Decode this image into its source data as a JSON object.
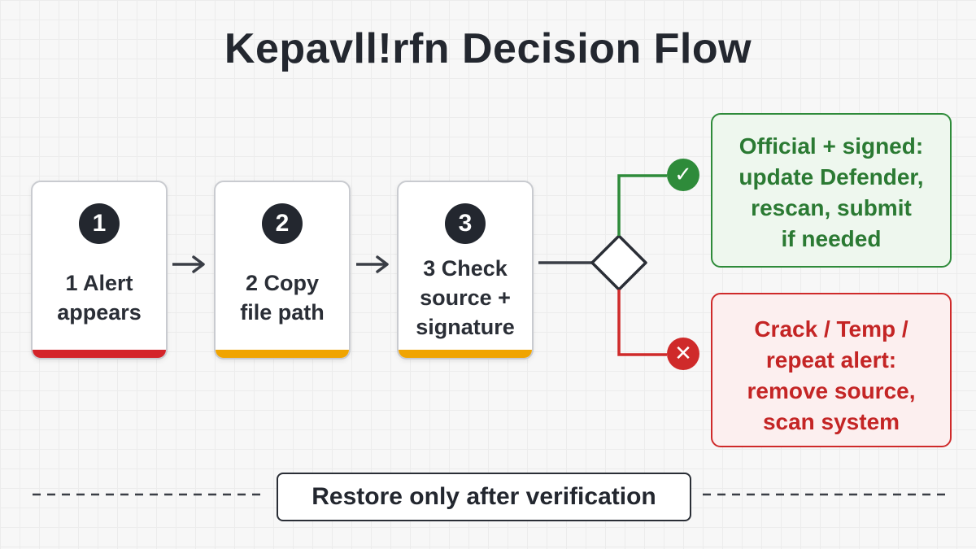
{
  "title": "Kepavll!rfn Decision Flow",
  "steps": [
    {
      "number": "1",
      "label_lines": [
        "1 Alert",
        "appears"
      ],
      "accent": "#d4242a"
    },
    {
      "number": "2",
      "label_lines": [
        "2 Copy",
        "file path"
      ],
      "accent": "#f0a400"
    },
    {
      "number": "3",
      "label_lines": [
        "3 Check",
        "source +",
        "signature"
      ],
      "accent": "#f0a400"
    }
  ],
  "outcomes": {
    "ok": {
      "icon": "check-icon",
      "color": "#2e8b3a",
      "lines": [
        "Official + signed:",
        "update Defender,",
        "rescan, submit",
        "if needed"
      ]
    },
    "bad": {
      "icon": "cross-icon",
      "color": "#cf2a2a",
      "lines": [
        "Crack / Temp /",
        "repeat alert:",
        "remove source,",
        "scan system"
      ]
    }
  },
  "note": "Restore only after verification",
  "icons": {
    "arrow": "arrow-right-icon",
    "decision": "decision-diamond",
    "check_glyph": "✓",
    "cross_glyph": "✕"
  }
}
